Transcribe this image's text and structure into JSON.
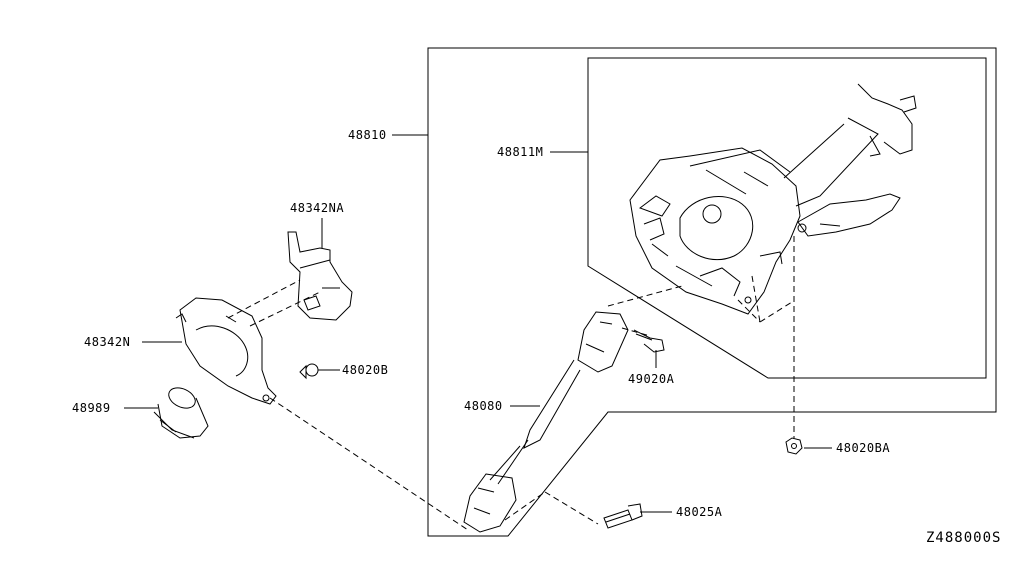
{
  "diagram": {
    "drawing_code": "Z488000S",
    "parts": {
      "p48810": "48810",
      "p48811M": "48811M",
      "p48342NA": "48342NA",
      "p48342N": "48342N",
      "p48020B": "48020B",
      "p48989": "48989",
      "p49020A": "49020A",
      "p48080": "48080",
      "p48020BA": "48020BA",
      "p48025A": "48025A"
    }
  }
}
